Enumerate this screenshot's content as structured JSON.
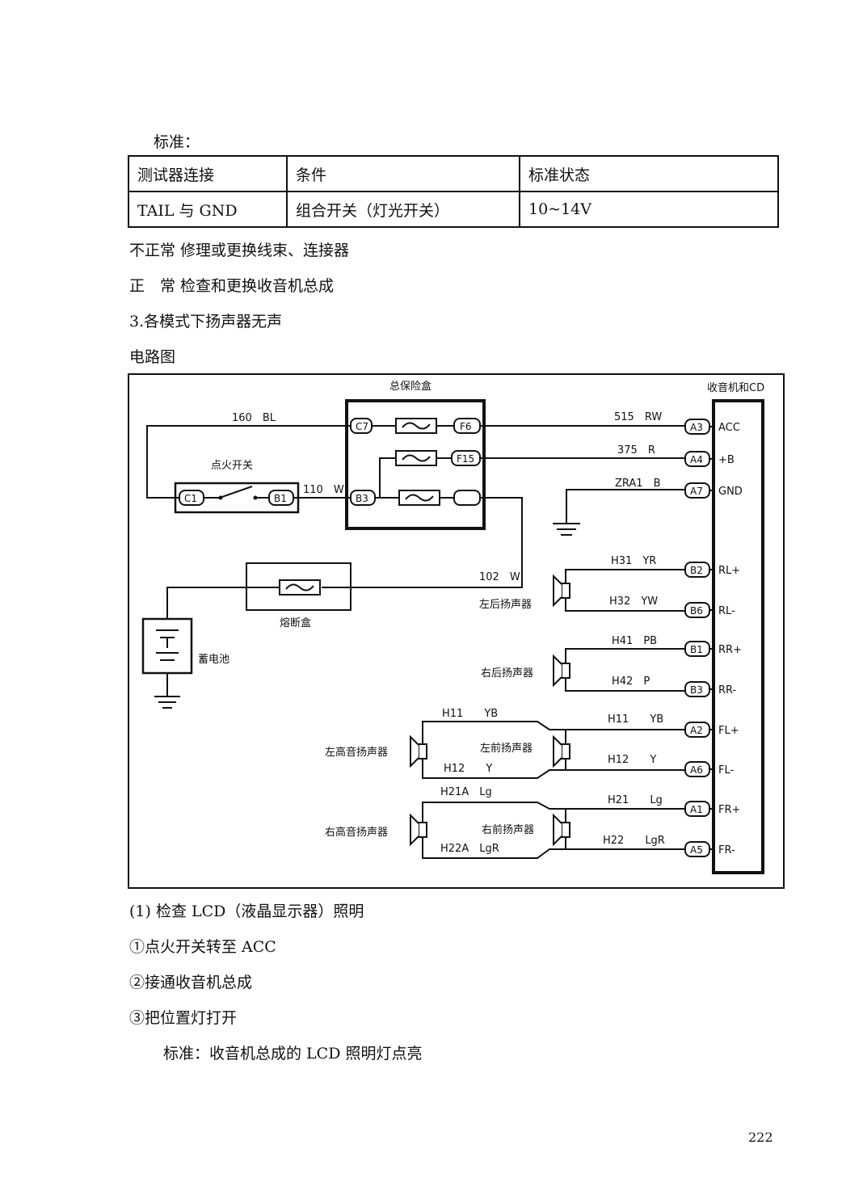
{
  "heading_standard": "标准：",
  "table": {
    "headers": [
      "测试器连接",
      "条件",
      "标准状态"
    ],
    "rows": [
      [
        "TAIL 与 GND",
        "组合开关（灯光开关）",
        "10~14V"
      ]
    ]
  },
  "lines": {
    "abnormal": "不正常 修理或更换线束、连接器",
    "normal": "正　常 检查和更换收音机总成",
    "section": "3.各模式下扬声器无声",
    "circuit": "电路图"
  },
  "diagram": {
    "fuse_box": "总保险盒",
    "radio": "收音机和CD",
    "ignition": "点火开关",
    "fusible": "熔断盒",
    "battery": "蓄电池",
    "rl_spk": "左后扬声器",
    "rr_spk": "右后扬声器",
    "lt_spk": "左高音扬声器",
    "fl_spk": "左前扬声器",
    "rt_spk": "右高音扬声器",
    "fr_spk": "右前扬声器",
    "wires": {
      "w160": "160　BL",
      "w110": "110　W",
      "w102": "102　W",
      "w515": "515　RW",
      "w375": "375　R",
      "wzra1": "ZRA1　B",
      "h31": "H31　YR",
      "h32": "H32　YW",
      "h41": "H41　PB",
      "h42": "H42　P",
      "h11a": "H11　　YB",
      "h12a": "H12　　Y",
      "h11b": "H11　　YB",
      "h12b": "H12　　Y",
      "h21a": "H21A　Lg",
      "h22a": "H22A　LgR",
      "h21": "H21　　Lg",
      "h22": "H22　　LgR"
    },
    "fuse_pins": [
      "C7",
      "F6",
      "F15",
      "B3"
    ],
    "ign_pins": [
      "C1",
      "B1"
    ],
    "radio_pins": [
      {
        "pin": "A3",
        "sig": "ACC"
      },
      {
        "pin": "A4",
        "sig": "+B"
      },
      {
        "pin": "A7",
        "sig": "GND"
      },
      {
        "pin": "B2",
        "sig": "RL+"
      },
      {
        "pin": "B6",
        "sig": "RL-"
      },
      {
        "pin": "B1",
        "sig": "RR+"
      },
      {
        "pin": "B3",
        "sig": "RR-"
      },
      {
        "pin": "A2",
        "sig": "FL+"
      },
      {
        "pin": "A6",
        "sig": "FL-"
      },
      {
        "pin": "A1",
        "sig": "FR+"
      },
      {
        "pin": "A5",
        "sig": "FR-"
      }
    ]
  },
  "steps": {
    "s1": "(1) 检查 LCD（液晶显示器）照明",
    "s2": "①点火开关转至 ACC",
    "s3": "②接通收音机总成",
    "s4": "③把位置灯打开",
    "s5": "标准：收音机总成的 LCD 照明灯点亮"
  },
  "page_number": "222"
}
